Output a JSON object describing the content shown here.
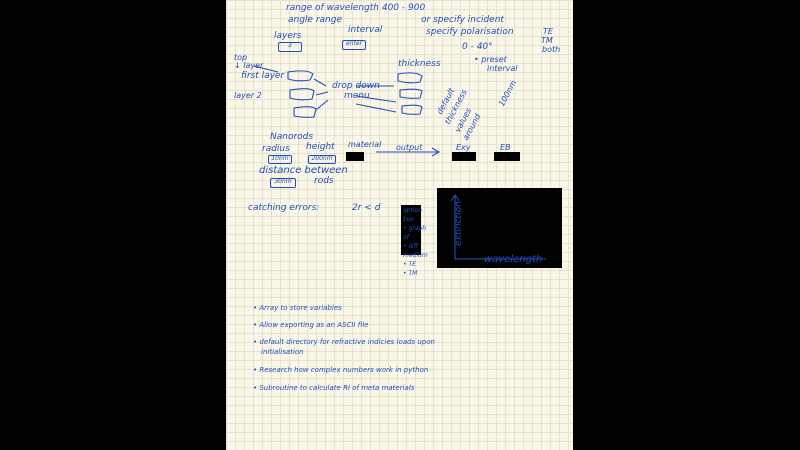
{
  "top": {
    "range": "range of wavelength  400 - 900",
    "angle": "angle  range",
    "interval": "interval",
    "or_specify": "or  specify incident",
    "polarisation": "specify polarisation",
    "te": "TE",
    "tm": "TM",
    "both": "both",
    "angle_range_val": "0 - 40°",
    "preset": "• preset",
    "preset_interval": "interval"
  },
  "layers": {
    "label": "layers",
    "value": "3",
    "enter": "enter",
    "top_layer": "top",
    "top_layer2": "↓ layer",
    "first_layer": "first layer",
    "layer2": "layer 2",
    "dropdown": "drop down",
    "menu": "menu"
  },
  "thickness": {
    "label": "thickness",
    "default": "default",
    "thickness": "thickness",
    "values": "values",
    "around": "around",
    "nm": "100nm"
  },
  "nanorods": {
    "label": "Nanorods",
    "radius": "radius",
    "radius_val": "10nm",
    "height": "height",
    "height_val": "200nm",
    "material": "material",
    "output": "output",
    "exy": "Exy",
    "eb": "EB",
    "distance": "distance  between",
    "rods": "rods",
    "distance_val": "30nm"
  },
  "errors": {
    "catching": "catching  errors:",
    "rule": "2r < d"
  },
  "options": {
    "items": [
      "option",
      "box",
      "• graph",
      "of",
      "• diff",
      "medium",
      "• TE",
      "• TM"
    ]
  },
  "graph": {
    "ylabel": "extinction",
    "xlabel": "wavelength"
  },
  "notes": [
    "• Array to store variables",
    "• Allow exporting as an ASCII file",
    "• default directory for refractive indicies loads upon",
    "initialisation",
    "• Research how complex numbers work in python",
    "• Subroutine to calculate RI of meta materials"
  ]
}
